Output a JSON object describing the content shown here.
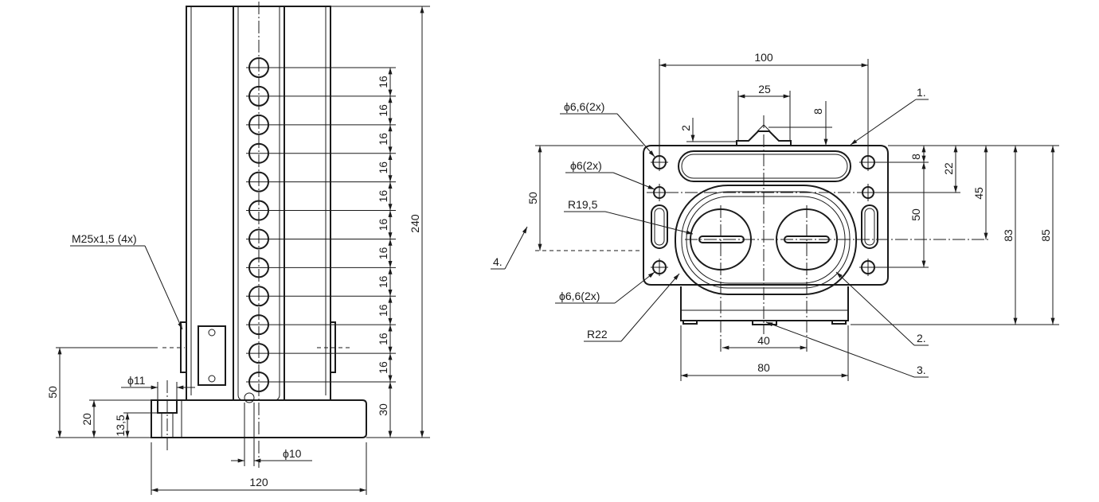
{
  "side_view": {
    "pitch_labels": [
      "16",
      "16",
      "16",
      "16",
      "16",
      "16",
      "16",
      "16",
      "16",
      "16",
      "16"
    ],
    "bottom_offset": "30",
    "overall_height": "240",
    "thread_callout": "M25x1,5 (4x)",
    "bore_diameter": "ϕ11",
    "mount_height": "50",
    "base_height": "20",
    "counterbore_depth": "13,5",
    "hole_diameter": "ϕ10",
    "base_width": "120"
  },
  "front_view": {
    "width_100": "100",
    "width_25": "25",
    "depth_8_top": "8",
    "depth_2": "2",
    "callout_1": "1.",
    "hole_6_6_top": "ϕ6,6(2x)",
    "hole_6": "ϕ6(2x)",
    "height_50_left": "50",
    "radius_19_5": "R19,5",
    "callout_4": "4.",
    "hole_6_6_bottom": "ϕ6,6(2x)",
    "radius_22": "R22",
    "width_40": "40",
    "width_80": "80",
    "callout_3": "3.",
    "callout_2": "2.",
    "offset_8_right": "8",
    "height_22": "22",
    "height_45": "45",
    "height_50_right": "50",
    "height_83": "83",
    "height_85": "85"
  }
}
